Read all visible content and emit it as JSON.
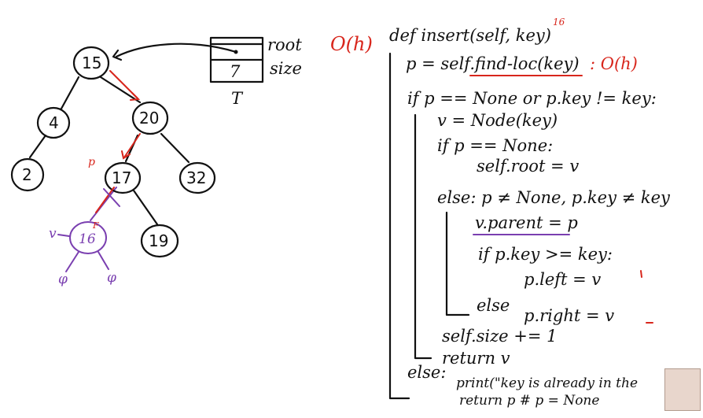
{
  "colors": {
    "ink": "#111111",
    "red": "#d8261c",
    "purple": "#7a3fb0"
  },
  "tree": {
    "nodes": [
      {
        "id": "n15",
        "label": "15"
      },
      {
        "id": "n4",
        "label": "4"
      },
      {
        "id": "n20",
        "label": "20"
      },
      {
        "id": "n2",
        "label": "2"
      },
      {
        "id": "n17",
        "label": "17"
      },
      {
        "id": "n32",
        "label": "32"
      },
      {
        "id": "n16",
        "label": "16"
      },
      {
        "id": "n19",
        "label": "19"
      }
    ],
    "p_label": "p",
    "v_label": "v",
    "null_left": "φ",
    "null_right": "φ",
    "f_label": "F"
  },
  "tbox": {
    "size_value": "7",
    "root_label": "root",
    "size_label": "size",
    "t_label": "T"
  },
  "code": {
    "complexity": "O(h)",
    "def_line": "def insert(self, key)",
    "key_note": "16",
    "line1": "p = self.find-loc(key)",
    "line1_cost": ": O(h)",
    "line2": "if p == None or p.key != key:",
    "line3": "v = Node(key)",
    "line4": "if p == None:",
    "line5": "self.root = v",
    "line6": "else: p ≠ None, p.key ≠ key",
    "line7": "v.parent = p",
    "line8": "if p.key >= key:",
    "line9": "p.left = v",
    "line10_else": "else",
    "line10": "p.right = v",
    "line11": "self.size += 1",
    "line12": "return v",
    "line13_else": "else:",
    "line13": "print(\"key is already in the",
    "line14": "return p  # p = None"
  }
}
